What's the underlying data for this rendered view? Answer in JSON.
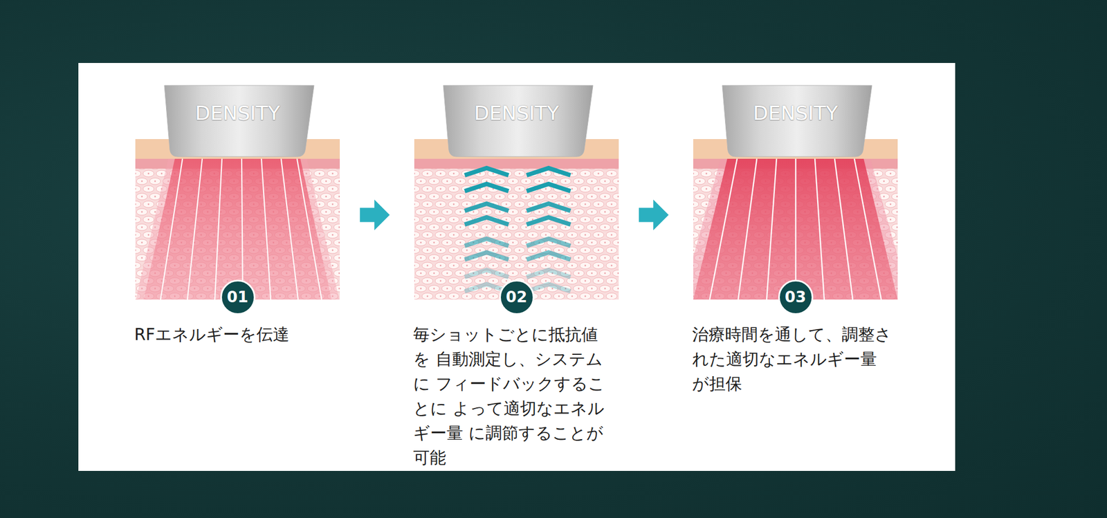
{
  "diagram": {
    "nodes": [
      {
        "text": [
          "DENSITY",
          "01",
          "RFエネルギーを伝達"
        ]
      },
      {
        "text": [
          "DENSITY",
          "02",
          "毎ショットごとに抵抗値を 自動測定し、システムに フィードバックすることに よって適切なエネルギー量 に調節することが可能"
        ]
      },
      {
        "text": [
          "DENSITY",
          "03",
          "治療時間を通して、調整さ れた適切なエネルギー量 が担保"
        ]
      }
    ],
    "edges": [
      {
        "from": 0,
        "to": 1,
        "arrow": "to"
      },
      {
        "from": 1,
        "to": 2,
        "arrow": "to"
      }
    ]
  }
}
